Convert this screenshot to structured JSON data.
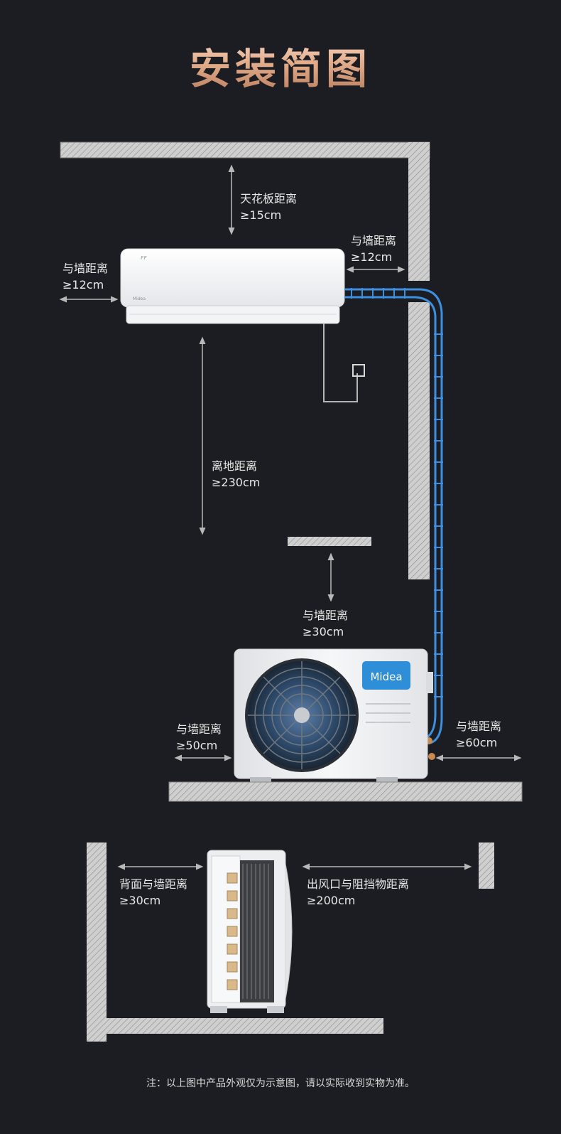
{
  "title": "安装简图",
  "labels": {
    "ceiling": {
      "line1": "天花板距离",
      "line2": "≥15cm"
    },
    "indoor_left_wall": {
      "line1": "与墙距离",
      "line2": "≥12cm"
    },
    "indoor_right_wall": {
      "line1": "与墙距离",
      "line2": "≥12cm"
    },
    "floor": {
      "line1": "离地距离",
      "line2": "≥230cm"
    },
    "outdoor_top_wall": {
      "line1": "与墙距离",
      "line2": "≥30cm"
    },
    "outdoor_left_wall": {
      "line1": "与墙距离",
      "line2": "≥50cm"
    },
    "outdoor_right_wall": {
      "line1": "与墙距离",
      "line2": "≥60cm"
    },
    "back_wall": {
      "line1": "背面与墙距离",
      "line2": "≥30cm"
    },
    "outlet_obstacle": {
      "line1": "出风口与阻挡物距离",
      "line2": "≥200cm"
    }
  },
  "brand": "Midea",
  "indoor_brand": "Midea",
  "footnote": "注：以上图中产品外观仅为示意图，请以实际收到实物为准。",
  "colors": {
    "background": "#1c1d22",
    "pipe": "#3d8fe0",
    "wall": "#c9c9c9",
    "logo_bg": "#2e8fd8"
  }
}
